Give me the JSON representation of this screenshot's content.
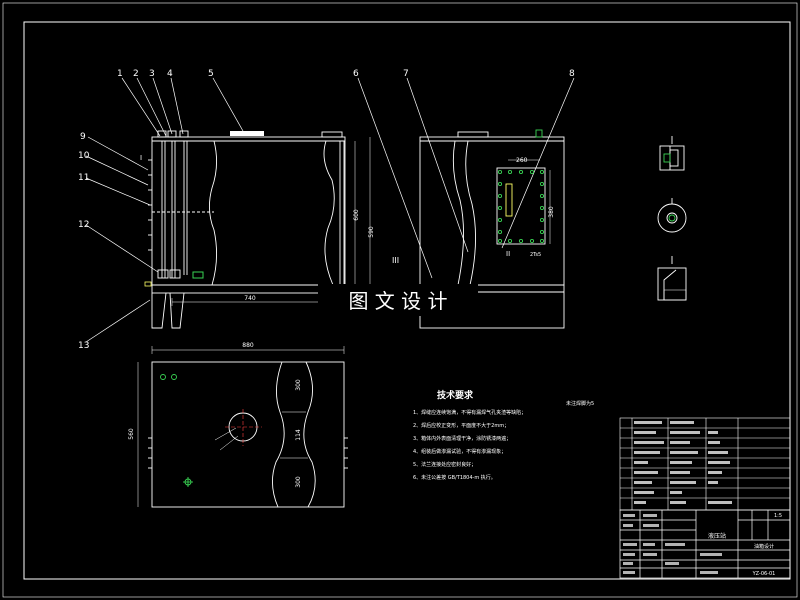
{
  "colors": {
    "background": "#000000",
    "line": "#ffffff",
    "green": "#39d353",
    "yellow": "#ffff66",
    "cyan": "#00ffff",
    "red": "#ff4040"
  },
  "callouts": [
    "1",
    "2",
    "3",
    "4",
    "5",
    "6",
    "7",
    "8",
    "9",
    "10",
    "11",
    "12",
    "13"
  ],
  "dimensions": {
    "front_width": "740",
    "front_height_a": "600",
    "front_height_b": "590",
    "plan_width": "880",
    "plan_depth": "560",
    "plan_r1": "300",
    "plan_r2": "300",
    "plan_r3": "114",
    "side_flange_w": "260",
    "side_flange_h": "380",
    "side_flange_b": "2Ts5"
  },
  "section_marks": {
    "iii": "III",
    "ii": "II",
    "i": "I"
  },
  "watermark": "图 文 设 计",
  "tech_title": "技术要求",
  "tech_lines": [
    "1、焊缝应连续饱满，不得有漏焊气孔夹渣等缺陷；",
    "2、焊后应校正变形，平面度不大于2mm；",
    "3、箱体内外表面清理干净，涂防锈漆两遍；",
    "4、组装后做渗漏试验，不得有渗漏现象；",
    "5、法兰连接处应密封良好；",
    "6、未注公差按 GB/T1804-m 执行。"
  ],
  "tech_note": "未注焊脚为5",
  "title_block": {
    "company": "液压站",
    "drawing_name": "油箱设计",
    "drawing_no": "YZ-06-01",
    "scale": "1:5"
  }
}
